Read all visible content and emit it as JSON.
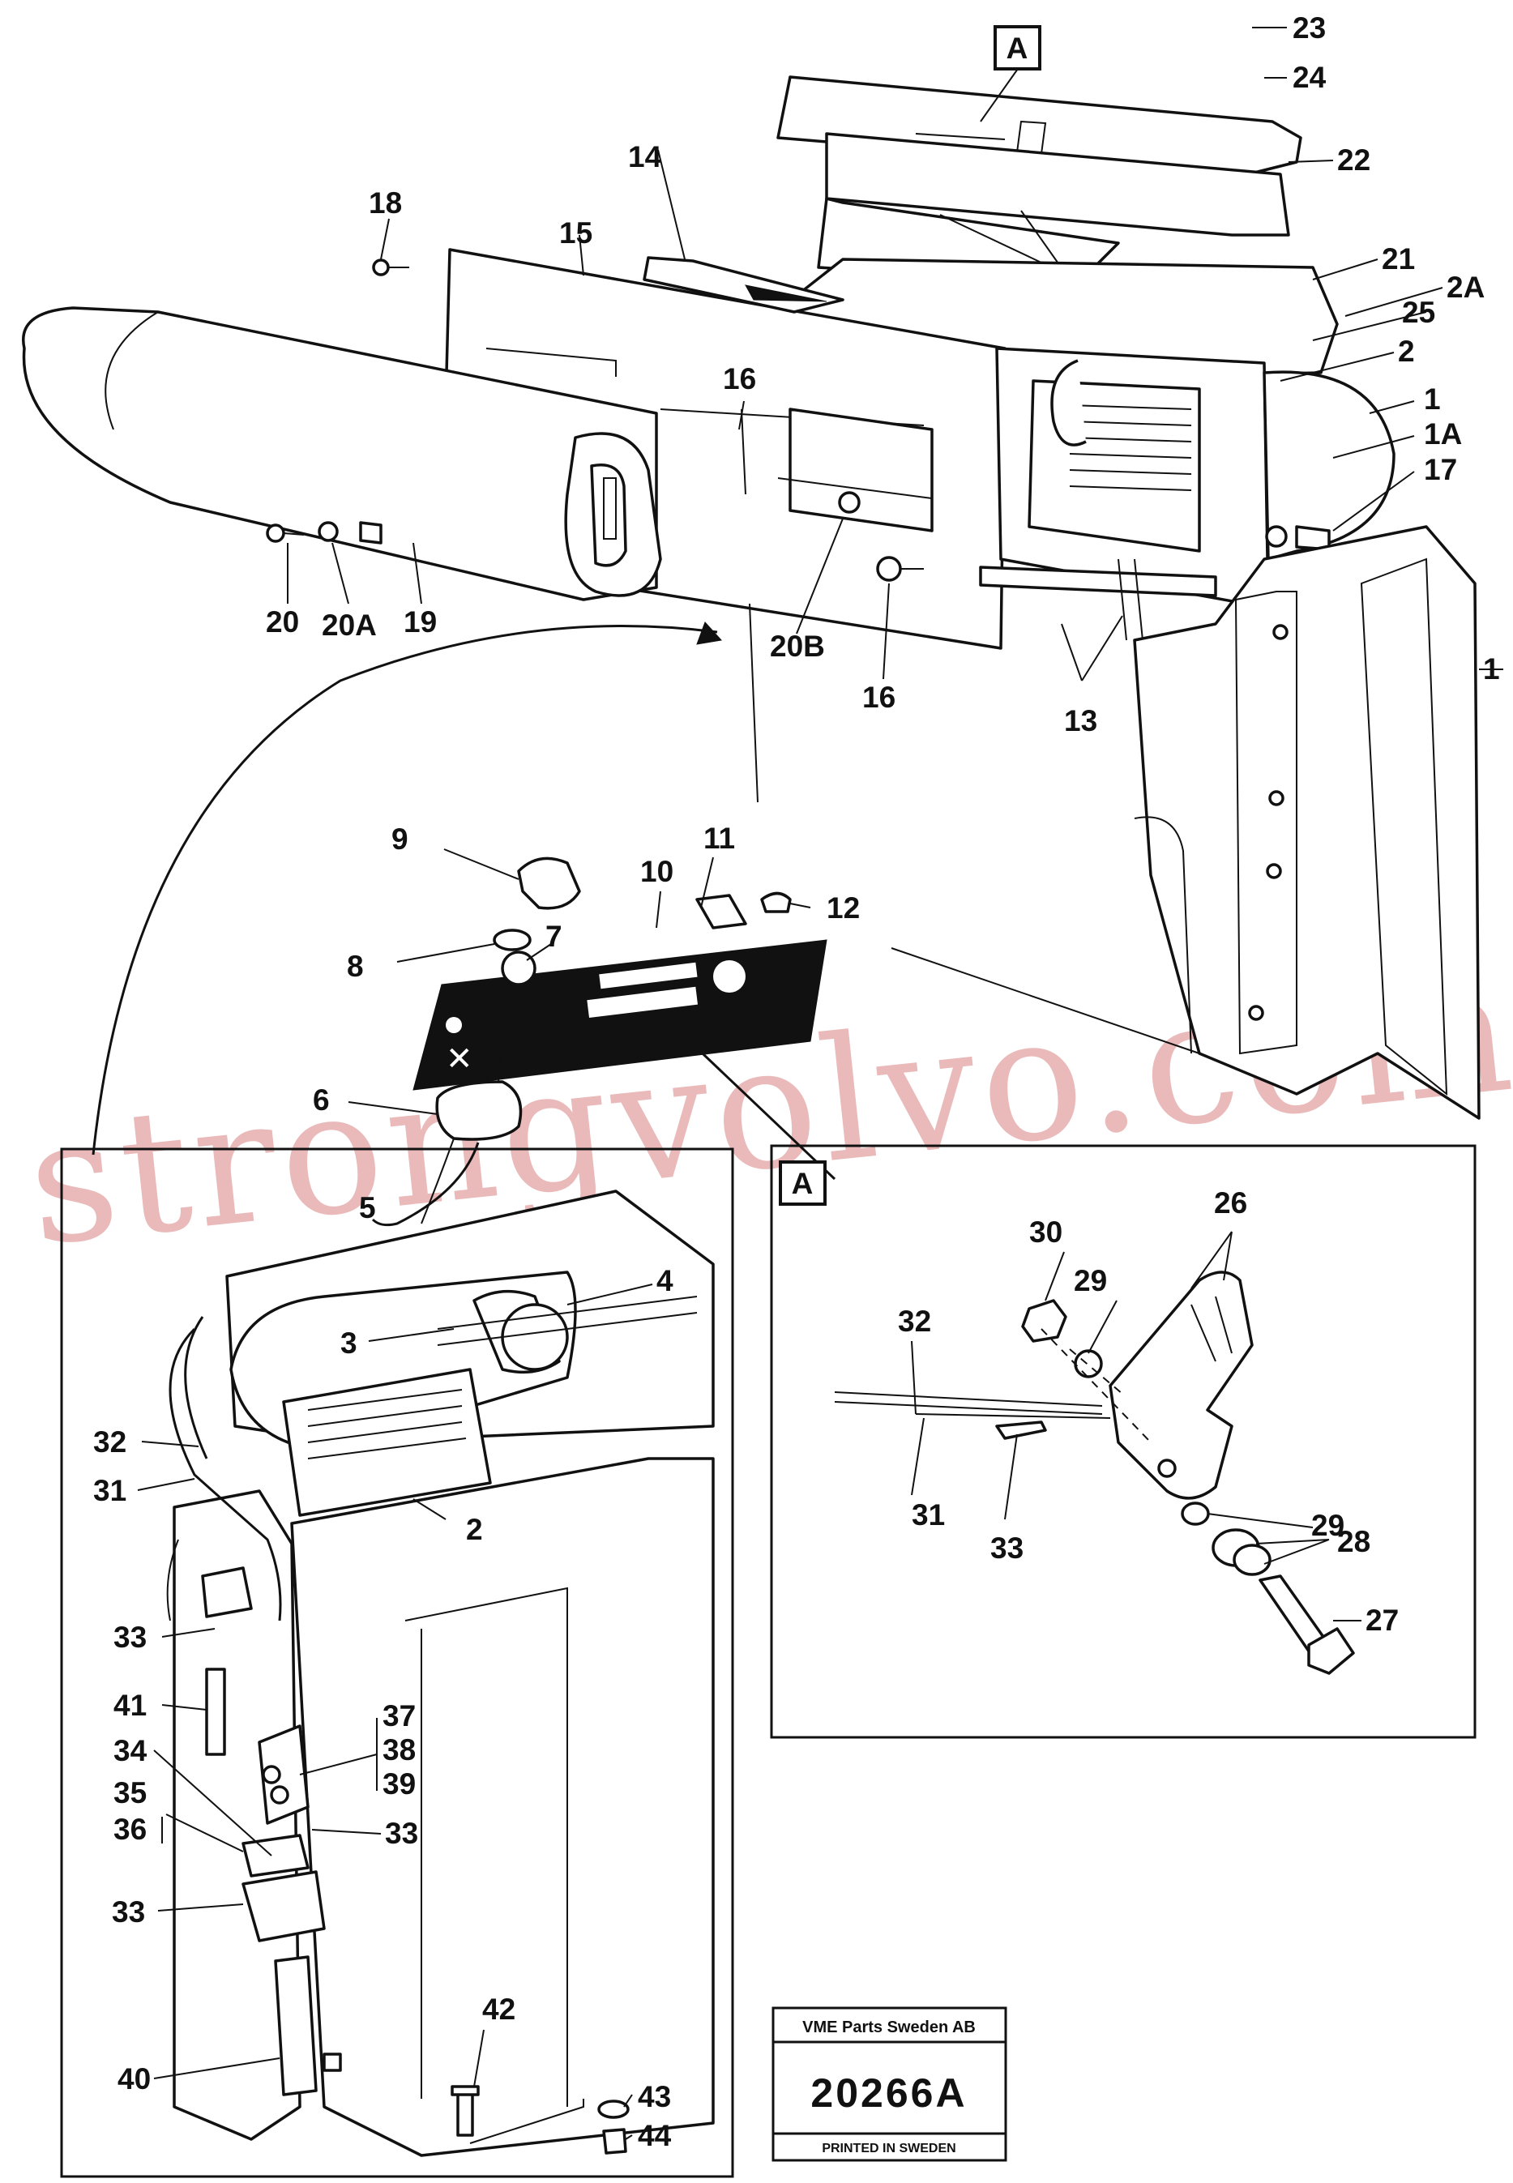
{
  "watermark": "strongvolvo.com",
  "detail_ref": "A",
  "stamp": {
    "company": "VME Parts Sweden AB",
    "number": "20266A",
    "footer": "PRINTED IN SWEDEN"
  },
  "labels": {
    "p1": "1",
    "p1b": "1",
    "p1A": "1A",
    "p2": "2",
    "p2A": "2A",
    "p2b": "2",
    "p3": "3",
    "p4": "4",
    "p5": "5",
    "p6": "6",
    "p7": "7",
    "p8": "8",
    "p9": "9",
    "p10": "10",
    "p11": "11",
    "p12": "12",
    "p13": "13",
    "p14": "14",
    "p15": "15",
    "p16a": "16",
    "p16b": "16",
    "p17": "17",
    "p18": "18",
    "p19": "19",
    "p20": "20",
    "p20A": "20A",
    "p20B": "20B",
    "p21": "21",
    "p22": "22",
    "p23": "23",
    "p24": "24",
    "p25": "25",
    "p26": "26",
    "p27": "27",
    "p28": "28",
    "p29a": "29",
    "p29b": "29",
    "p30": "30",
    "p31a": "31",
    "p31b": "31",
    "p32a": "32",
    "p32b": "32",
    "p33a": "33",
    "p33b": "33",
    "p33c": "33",
    "p33d": "33",
    "p34": "34",
    "p35": "35",
    "p36": "36",
    "p37": "37",
    "p38": "38",
    "p39": "39",
    "p40": "40",
    "p41": "41",
    "p42": "42",
    "p43": "43",
    "p44": "44"
  }
}
